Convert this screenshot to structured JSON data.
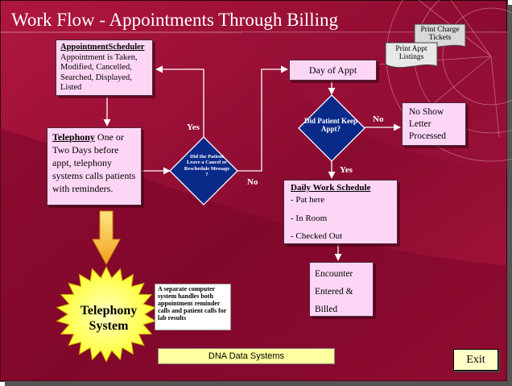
{
  "title": "Work Flow - Appointments Through Billing",
  "appointment_box": {
    "heading": "AppointmentScheduler",
    "lines": [
      "Appointment is Taken,",
      "Modified, Cancelled,",
      "Searched, Displayed,",
      "Listed"
    ]
  },
  "telephony_box": {
    "heading": "Telephony",
    "text": " One or Two Days before appt, telephony systems calls patients with reminders."
  },
  "decision_cancel": "Did the Patient Leave a Cancel or Reschedule Message ?",
  "decision_keep": "Did Patient Keep Appt?",
  "day_of_appt": "Day of Appt",
  "no_show": {
    "lines": [
      "No Show",
      "Letter",
      "Processed"
    ]
  },
  "daily_schedule": {
    "heading": "Daily Work Schedule",
    "items": [
      "- Pat here",
      "- In Room",
      "- Checked Out"
    ]
  },
  "encounter": {
    "lines": [
      "Encounter",
      "Entered &",
      "Billed"
    ]
  },
  "telephony_system": {
    "lines": [
      "Telephony",
      "System"
    ]
  },
  "note": "A separate computer system handles both appointment reminder calls and patient calls for lab results",
  "dna": "DNA Data Systems",
  "exit_label": "Exit",
  "print_charge": {
    "lines": [
      "Print Charge",
      "Tickets"
    ]
  },
  "print_appt": {
    "lines": [
      "Print Appt",
      "Listings"
    ]
  },
  "labels": {
    "yes_left": "Yes",
    "no_left": "No",
    "no_right": "No",
    "yes_down": "Yes"
  }
}
